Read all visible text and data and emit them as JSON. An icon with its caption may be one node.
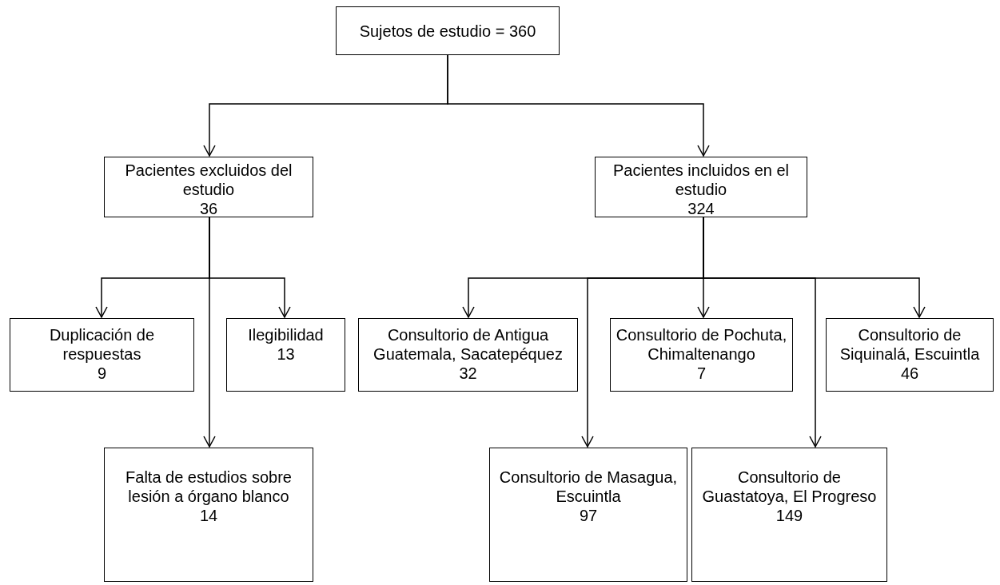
{
  "diagram": {
    "nodes": [
      {
        "text": [
          "Sujetos de estudio = 360"
        ]
      },
      {
        "text": [
          "Pacientes excluidos del estudio",
          "36"
        ]
      },
      {
        "text": [
          "Pacientes incluidos en el estudio",
          "324"
        ]
      },
      {
        "text": [
          "Duplicación de respuestas",
          "9"
        ]
      },
      {
        "text": [
          "Ilegibilidad",
          "13"
        ]
      },
      {
        "text": [
          "Consultorio de Antigua Guatemala, Sacatepéquez",
          "32"
        ]
      },
      {
        "text": [
          "Consultorio de Pochuta, Chimaltenango",
          "7"
        ]
      },
      {
        "text": [
          "Consultorio de Siquinalá, Escuintla",
          "46"
        ]
      },
      {
        "text": [
          "Falta de estudios sobre lesión a órgano blanco",
          "14"
        ]
      },
      {
        "text": [
          "Consultorio de Masagua, Escuintla",
          "97"
        ]
      },
      {
        "text": [
          "Consultorio de Guastatoya, El Progreso",
          "149"
        ]
      }
    ],
    "edges": [
      {
        "from": 0,
        "to": 1,
        "arrow": "to"
      },
      {
        "from": 0,
        "to": 2,
        "arrow": "to"
      },
      {
        "from": 1,
        "to": 3,
        "arrow": "to"
      },
      {
        "from": 1,
        "to": 4,
        "arrow": "to"
      },
      {
        "from": 1,
        "to": 8,
        "arrow": "to"
      },
      {
        "from": 2,
        "to": 5,
        "arrow": "to"
      },
      {
        "from": 2,
        "to": 9,
        "arrow": "to"
      },
      {
        "from": 2,
        "to": 6,
        "arrow": "to"
      },
      {
        "from": 2,
        "to": 10,
        "arrow": "to"
      },
      {
        "from": 2,
        "to": 7,
        "arrow": "to"
      }
    ]
  }
}
